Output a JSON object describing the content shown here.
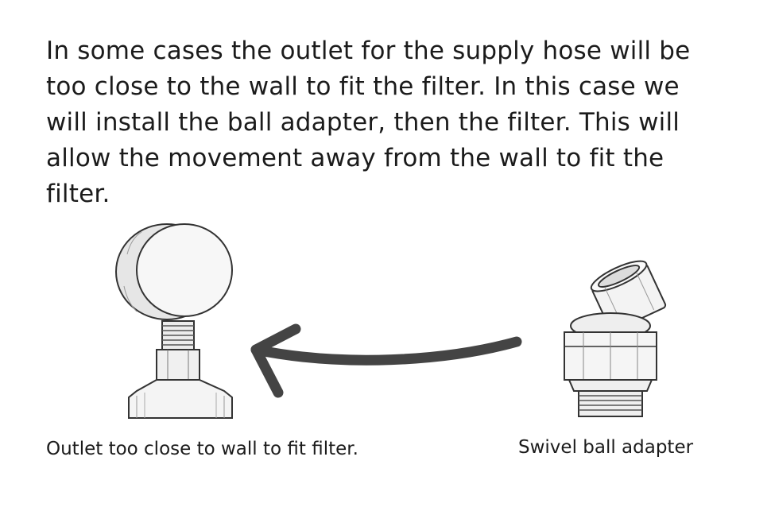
{
  "instructions": {
    "paragraph": "In some cases the outlet for the supply hose will be too close to the wall to fit the filter. In this case we will install the ball adapter, then the filter. This will allow the movement away from the wall to fit the filter."
  },
  "captions": {
    "outlet": "Outlet too close to wall to fit filter.",
    "adapter": "Swivel ball adapter"
  },
  "colors": {
    "text": "#1b1b1b",
    "arrow": "#444444",
    "line_art": "#333333",
    "background": "#ffffff"
  },
  "icons": {
    "outlet": "wall-outlet-with-filter-illustration",
    "arrow": "curved-arrow-left",
    "adapter": "swivel-ball-adapter-illustration"
  }
}
